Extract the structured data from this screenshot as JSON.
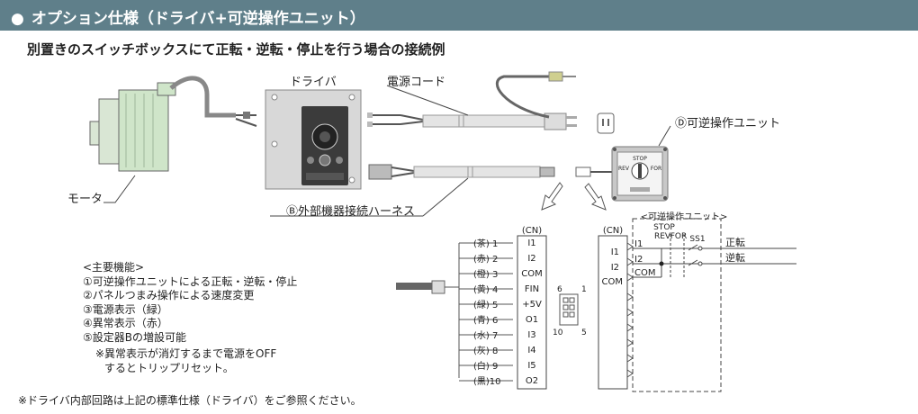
{
  "header": {
    "title": "オプション仕様（ドライバ+可逆操作ユニット）"
  },
  "subtitle": "別置きのスイッチボックスにて正転・逆転・停止を行う場合の接続例",
  "labels": {
    "driver": "ドライバ",
    "power_cord": "電源コード",
    "motor": "モータ",
    "reversing_unit": "Ⓓ可逆操作ユニット",
    "harness": "Ⓑ外部機器接続ハーネス"
  },
  "reversing_unit_panel": {
    "stop": "STOP",
    "rev": "REV",
    "for": "FOR"
  },
  "features": {
    "heading": "<主要機能>",
    "items": [
      "①可逆操作ユニットによる正転・逆転・停止",
      "②パネルつまみ操作による速度変更",
      "③電源表示（緑）",
      "④異常表示（赤）",
      "⑤設定器Bの増設可能"
    ],
    "note_line1": "※異常表示が消灯するまで電源をOFF",
    "note_line2": "するとトリップリセット。"
  },
  "connector": {
    "cn_label": "(CN)",
    "pins": [
      {
        "color": "(茶) 1",
        "signal": "I1"
      },
      {
        "color": "(赤) 2",
        "signal": "I2"
      },
      {
        "color": "(橙) 3",
        "signal": "COM"
      },
      {
        "color": "(黄) 4",
        "signal": "FIN"
      },
      {
        "color": "(緑) 5",
        "signal": "+5V"
      },
      {
        "color": "(青) 6",
        "signal": "O1"
      },
      {
        "color": "(水) 7",
        "signal": "I3"
      },
      {
        "color": "(灰) 8",
        "signal": "I4"
      },
      {
        "color": "(白) 9",
        "signal": "I5"
      },
      {
        "color": "(黒)10",
        "signal": "O2"
      }
    ],
    "pin_numbers": {
      "tl": "6",
      "tr": "1",
      "bl": "10",
      "br": "5"
    }
  },
  "unit_circuit": {
    "cn_label": "(CN)",
    "title": "<可逆操作ユニット>",
    "stop": "STOP",
    "rev": "REV",
    "for": "FOR",
    "ss1": "SS1",
    "terminals": [
      "I1",
      "I2",
      "COM"
    ],
    "out_forward": "正転",
    "out_reverse": "逆転"
  },
  "footnote": "※ドライバ内部回路は上記の標準仕様（ドライバ）をご参照ください。",
  "colors": {
    "header_bg": "#5f7f8a",
    "motor_green": "#cfe5c9",
    "driver_panel": "#3b3b3b"
  }
}
